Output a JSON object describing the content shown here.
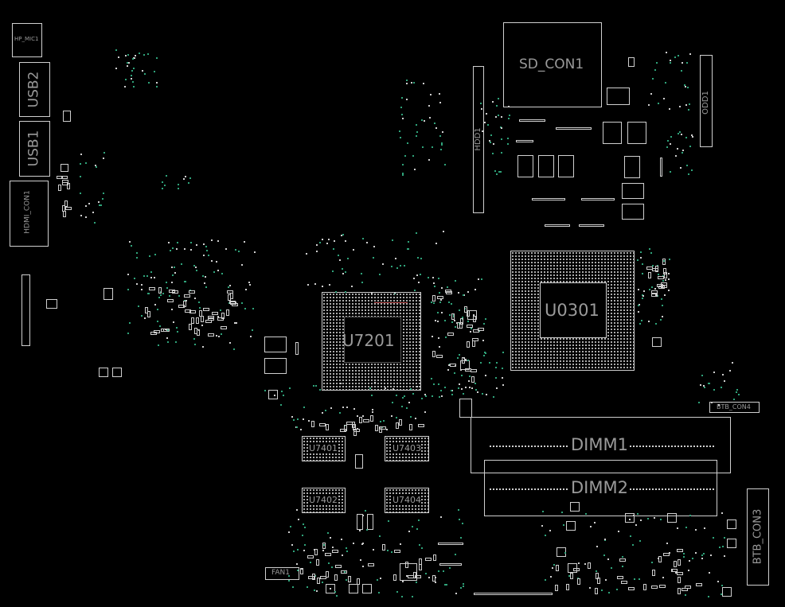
{
  "board": {
    "labels": {
      "hp_mic": "HP_MIC1",
      "usb2": "USB2",
      "usb1": "USB1",
      "hdmi": "HDMI_CON1",
      "sd_con": "SD_CON1",
      "hdd": "HDD1",
      "odd": "ODD1",
      "cpu": "U0301",
      "chipset": "U7201",
      "dimm1": "DIMM1",
      "dimm2": "DIMM2",
      "u7401": "U7401",
      "u7403": "U7403",
      "u7402": "U7402",
      "u7404": "U7404",
      "btb4": "BTB_CON4",
      "btb3": "BTB_CON3",
      "fan": "FAN1"
    },
    "colors": {
      "background": "#000000",
      "outline": "#cfcfcf",
      "label": "#9a9a9a",
      "via": "#2fa37a"
    }
  }
}
